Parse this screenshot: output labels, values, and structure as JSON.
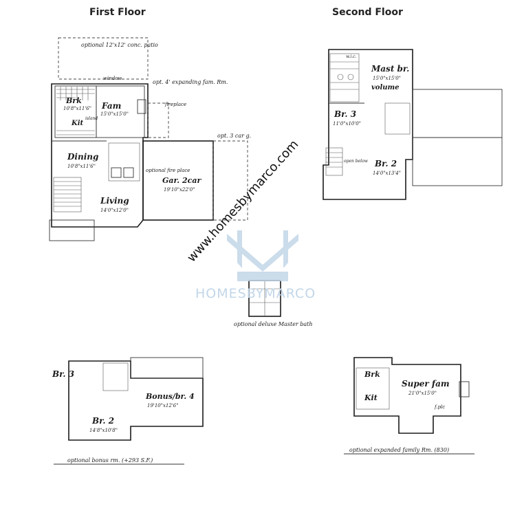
{
  "headings": {
    "first_floor": "First Floor",
    "second_floor": "Second Floor"
  },
  "watermark": {
    "url": "www.homesbymarco.com",
    "brand": "HOMESBYMARCO",
    "color": "#c2d6e8"
  },
  "first_floor": {
    "optional_patio": "optional 12'x12' conc. patio",
    "optional_expanding_room": "opt. 4' expanding fam. Rm.",
    "fireplace": "fireplace",
    "window": "window",
    "brk": "Brk",
    "brk_dims": "10'8\"x11'6\"",
    "kit": "Kit",
    "island": "island",
    "fam": "Fam",
    "fam_dims": "15'0\"x15'0\"",
    "dining": "Dining",
    "dining_dims": "10'8\"x11'6\"",
    "living": "Living",
    "living_dims": "14'0\"x12'0\"",
    "optional_fireplace": "optional fire place",
    "garage": "Gar. 2car",
    "garage_dims": "19'10\"x22'0\"",
    "opt_3_car": "opt. 3 car g."
  },
  "second_floor": {
    "master": "Mast br.",
    "master_dims": "15'0\"x15'0\"",
    "volume": "volume",
    "wic": "w.i.c.",
    "br3": "Br. 3",
    "br3_dims": "11'0\"x10'0\"",
    "br2": "Br. 2",
    "br2_dims": "14'0\"x13'4\"",
    "open_below": "open below"
  },
  "deluxe_bath": {
    "caption": "optional deluxe Master bath"
  },
  "bonus_plan": {
    "br3": "Br. 3",
    "bonus": "Bonus/br. 4",
    "bonus_dims": "19'10\"x12'6\"",
    "br2": "Br. 2",
    "br2_dims": "14'8\"x10'8\"",
    "caption": "optional bonus rm. (+293 S.F.)"
  },
  "super_fam_plan": {
    "brk": "Brk",
    "kit": "Kit",
    "super_fam": "Super fam",
    "super_fam_dims": "21'0\"x15'0\"",
    "fplc": "f.plc",
    "caption": "optional expanded family Rm. (830)"
  }
}
